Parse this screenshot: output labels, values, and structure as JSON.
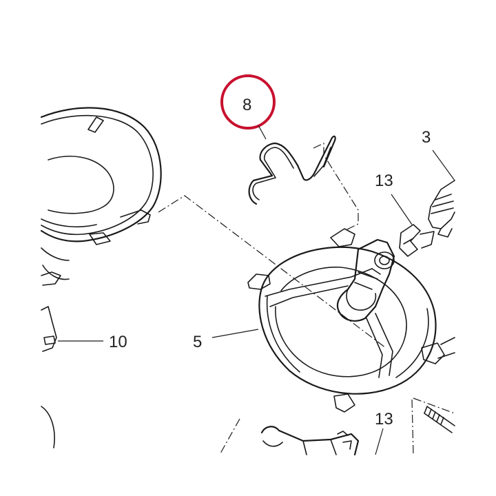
{
  "callouts": {
    "part_8": "8",
    "part_3": "3",
    "part_13_top": "13",
    "part_10": "10",
    "part_5": "5",
    "part_13_bottom": "13"
  },
  "colors": {
    "highlight_circle": "#c8102e",
    "line_art": "#1a1a1a",
    "background": "#ffffff"
  }
}
